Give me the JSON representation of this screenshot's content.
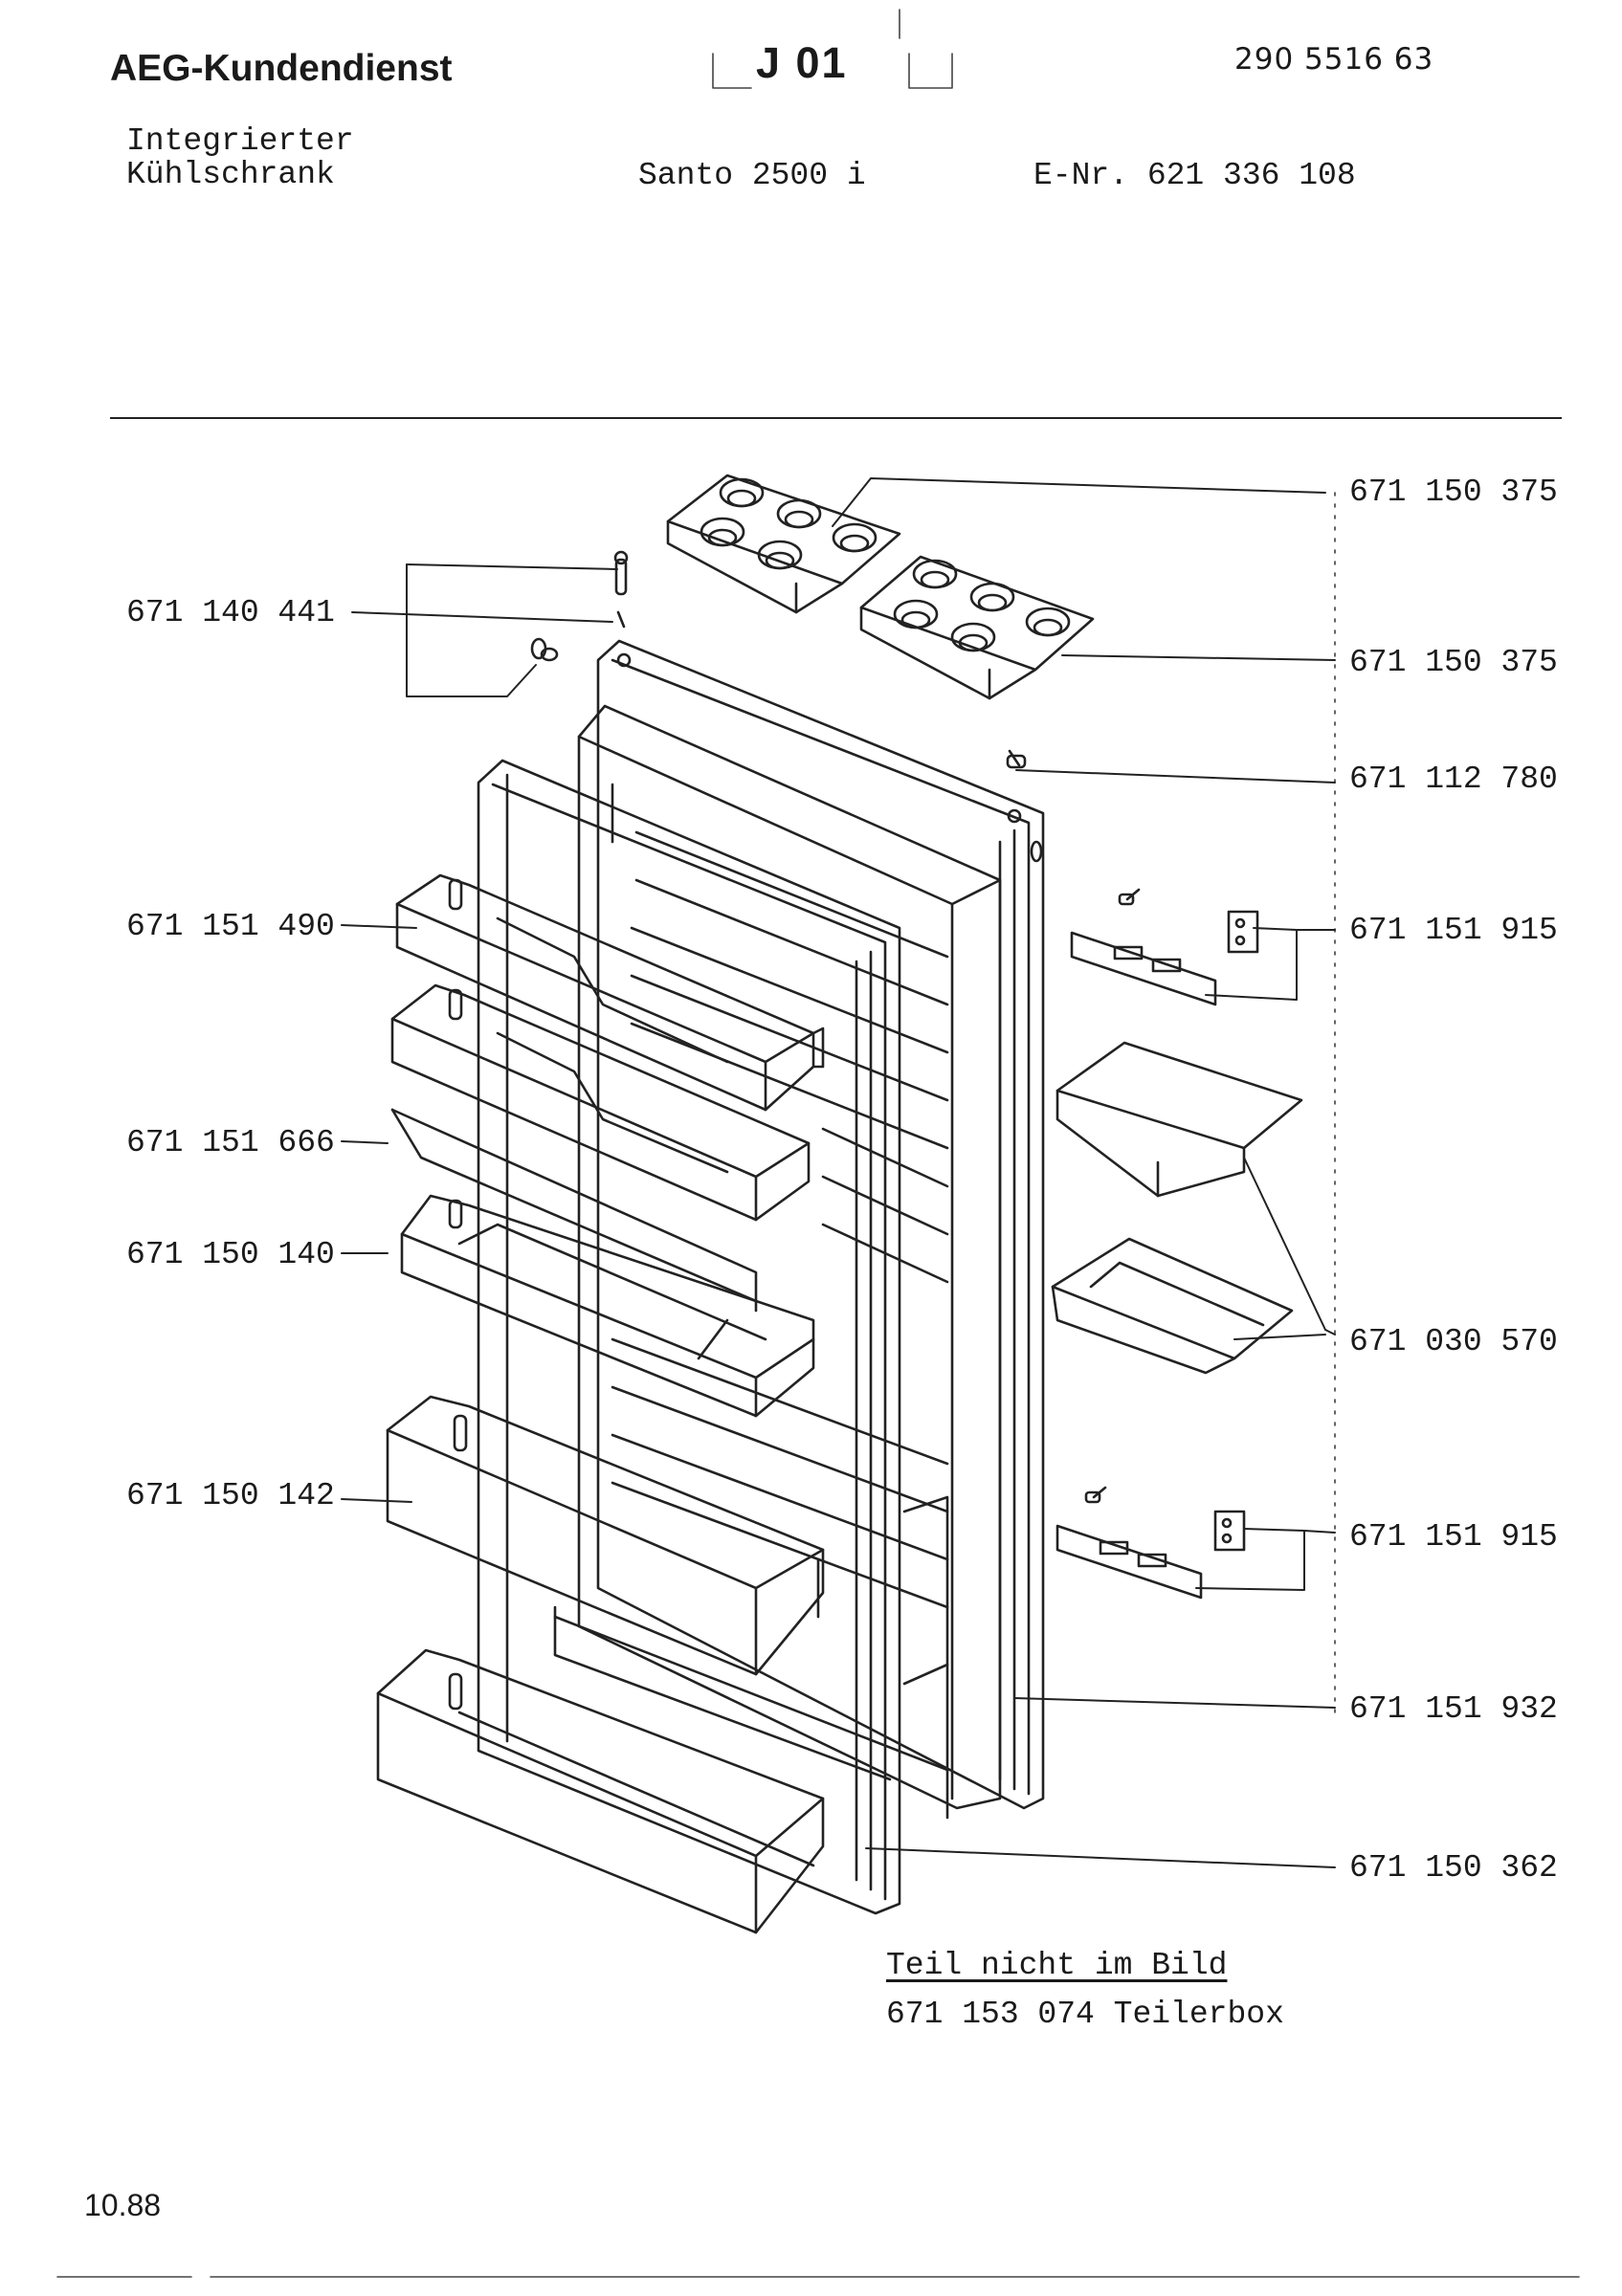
{
  "header": {
    "brand": "AEG-Kundendienst",
    "page_code": "J 01",
    "doc_number": "290 5516 63"
  },
  "product": {
    "type_line1": "Integrierter",
    "type_line2": "Kühlschrank",
    "model": "Santo 2500 i",
    "e_nr": "E-Nr. 621 336 108"
  },
  "parts": [
    {
      "number": "671 150 375"
    },
    {
      "number": "671 150 375"
    },
    {
      "number": "671 140 441"
    },
    {
      "number": "671 112 780"
    },
    {
      "number": "671 151 490"
    },
    {
      "number": "671 151 915"
    },
    {
      "number": "671 151 666"
    },
    {
      "number": "671 150 140"
    },
    {
      "number": "671 030 570"
    },
    {
      "number": "671 150 142"
    },
    {
      "number": "671 151 915"
    },
    {
      "number": "671 151 932"
    },
    {
      "number": "671 150 362"
    }
  ],
  "note": {
    "title": "Teil nicht im Bild",
    "part": "671 153 074 Teilerbox"
  },
  "footer": {
    "date": "10.88"
  }
}
